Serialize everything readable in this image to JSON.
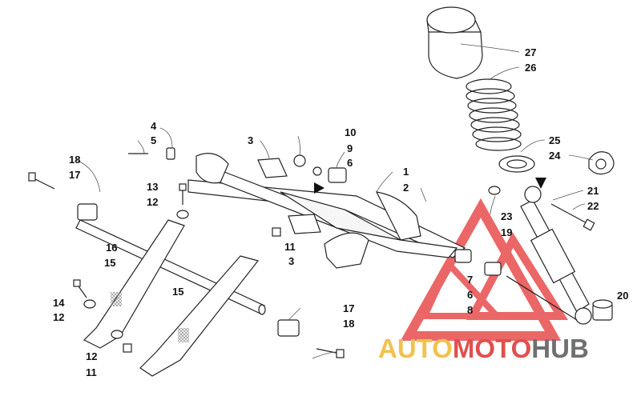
{
  "callouts": [
    {
      "id": "c27",
      "text": "27"
    },
    {
      "id": "c26",
      "text": "26"
    },
    {
      "id": "c25",
      "text": "25"
    },
    {
      "id": "c24",
      "text": "24"
    },
    {
      "id": "c21",
      "text": "21"
    },
    {
      "id": "c22",
      "text": "22"
    },
    {
      "id": "c23",
      "text": "23"
    },
    {
      "id": "c19",
      "text": "19"
    },
    {
      "id": "c20",
      "text": "20"
    },
    {
      "id": "c10",
      "text": "10"
    },
    {
      "id": "c9",
      "text": "9"
    },
    {
      "id": "c6a",
      "text": "6"
    },
    {
      "id": "c1",
      "text": "1"
    },
    {
      "id": "c2",
      "text": "2"
    },
    {
      "id": "c3a",
      "text": "3"
    },
    {
      "id": "c4",
      "text": "4"
    },
    {
      "id": "c5",
      "text": "5"
    },
    {
      "id": "c18a",
      "text": "18"
    },
    {
      "id": "c17a",
      "text": "17"
    },
    {
      "id": "c13",
      "text": "13"
    },
    {
      "id": "c12a",
      "text": "12"
    },
    {
      "id": "c16",
      "text": "16"
    },
    {
      "id": "c15a",
      "text": "15"
    },
    {
      "id": "c11a",
      "text": "11"
    },
    {
      "id": "c3b",
      "text": "3"
    },
    {
      "id": "c7",
      "text": "7"
    },
    {
      "id": "c6b",
      "text": "6"
    },
    {
      "id": "c8",
      "text": "8"
    },
    {
      "id": "c14",
      "text": "14"
    },
    {
      "id": "c12b",
      "text": "12"
    },
    {
      "id": "c15b",
      "text": "15"
    },
    {
      "id": "c12c",
      "text": "12"
    },
    {
      "id": "c11b",
      "text": "11"
    },
    {
      "id": "c17b",
      "text": "17"
    },
    {
      "id": "c18b",
      "text": "18"
    }
  ],
  "watermark": {
    "part1": "AUTO",
    "part2": "MOTO",
    "part3": "HUB",
    "colors": {
      "part1": "#f2c14e",
      "part2": "#e14f4f",
      "part3": "#6f6f6f",
      "logo": "#e84d4d"
    }
  }
}
